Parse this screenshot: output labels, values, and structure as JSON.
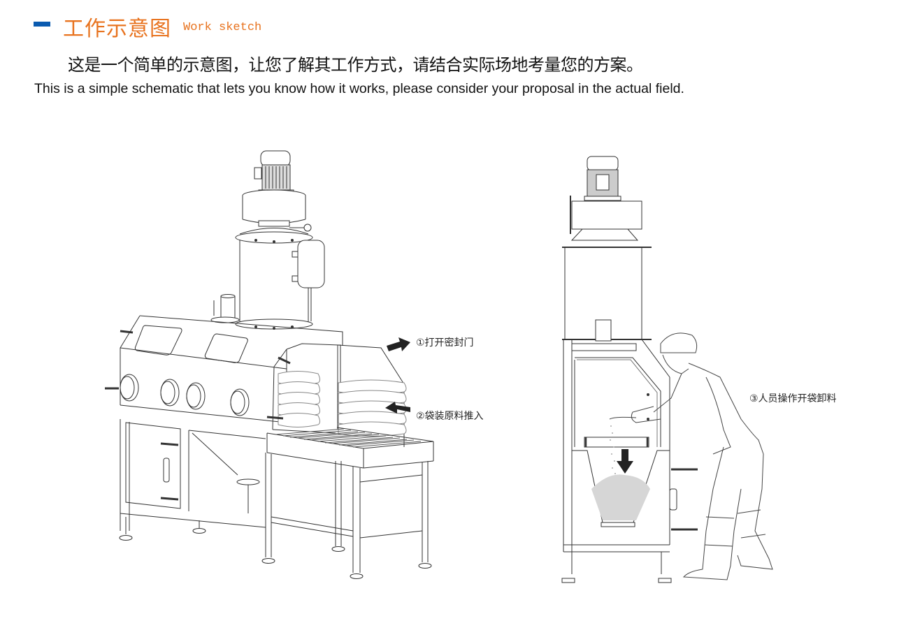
{
  "header": {
    "title_cn": "工作示意图",
    "title_en": "Work sketch",
    "accent_color": "#0a5bb0",
    "title_color": "#e8731f"
  },
  "description": {
    "cn": "这是一个简单的示意图，让您了解其工作方式，请结合实际场地考量您的方案。",
    "en": "This is a simple schematic that lets you know how it works, please consider your proposal in the actual field."
  },
  "illustrations": {
    "left": {
      "subject": "glovebox-bag-dump-station-with-roller-conveyor",
      "annotations": [
        {
          "step": 1,
          "text": "①打开密封门",
          "icon": "arrow-right-icon"
        },
        {
          "step": 2,
          "text": "②袋装原料推入",
          "icon": "arrow-left-icon"
        }
      ]
    },
    "right": {
      "subject": "bag-dump-station-side-view-with-operator",
      "annotations": [
        {
          "step": 3,
          "text": "③人员操作开袋卸料",
          "icon": "arrow-down-icon"
        }
      ]
    }
  }
}
